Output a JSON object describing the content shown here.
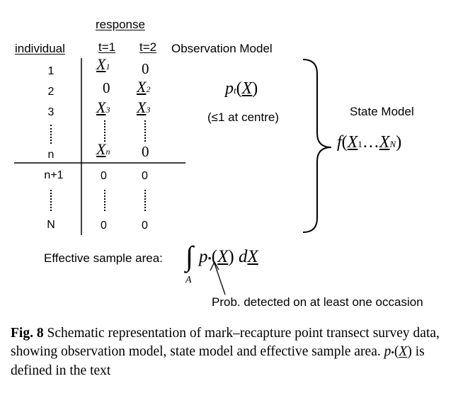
{
  "headers": {
    "response": "response",
    "individual": "individual",
    "t1": "t=1",
    "t2": "t=2",
    "observation_model": "Observation Model",
    "state_model": "State Model"
  },
  "row_labels": [
    "1",
    "2",
    "3",
    "n",
    "n+1",
    "N"
  ],
  "cells": {
    "x_symbol": "X",
    "zero": "0",
    "sub_1": "1",
    "sub_2": "2",
    "sub_3": "3",
    "sub_n": "n"
  },
  "observation_formula": {
    "p": "p",
    "sub_t": "t",
    "open": "(",
    "x": "X",
    "close": ")",
    "note": "(≤1 at centre)"
  },
  "state_formula": {
    "f": "f",
    "open": "(",
    "x1": "X",
    "sub1": "1",
    "dots": "…",
    "xN": "X",
    "subN": "N",
    "close": ")"
  },
  "effective_area": {
    "label": "Effective sample area:",
    "integral": "∫",
    "sub_A": "A",
    "p": "p",
    "bullet": "•",
    "open": "(",
    "x": "X",
    "close": ")",
    "d": "d",
    "dx": "X",
    "annotation": "Prob. detected on at least one occasion"
  },
  "caption": {
    "label": "Fig. 8",
    "text": "Schematic representation of mark–recapture point transect survey data, showing observation model, state model and effective sample area.",
    "p": "p",
    "bullet": "•",
    "open": "(",
    "x": "X",
    "close": ")",
    "tail": "is defined in the text"
  }
}
